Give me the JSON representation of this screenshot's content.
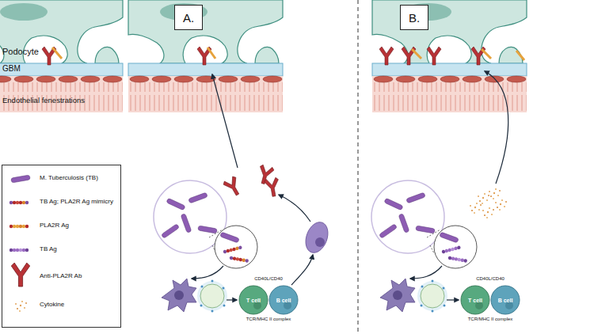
{
  "diagram": {
    "nodes": [
      {
        "text": [
          "A."
        ]
      },
      {
        "text": [
          "B."
        ]
      },
      {
        "text": [
          "T cell"
        ]
      },
      {
        "text": [
          "B cell"
        ]
      },
      {
        "text": [
          "T cell"
        ]
      },
      {
        "text": [
          "B cell"
        ]
      }
    ],
    "labels": [
      "Podocyte",
      "GBM",
      "Endothelial fenestrations",
      "CD40L/CD40",
      "TCR/MHC II complex",
      "CD40L/CD40",
      "TCR/MHC II complex"
    ],
    "legend": [
      {
        "text": "M. Tuberculosis (TB)"
      },
      {
        "text": "TB Ag; PLA2R Ag mimicry"
      },
      {
        "text": "PLA2R Ag"
      },
      {
        "text": "TB Ag"
      },
      {
        "text": "Anti-PLA2R Ab"
      },
      {
        "text": "Cytokine"
      }
    ]
  }
}
